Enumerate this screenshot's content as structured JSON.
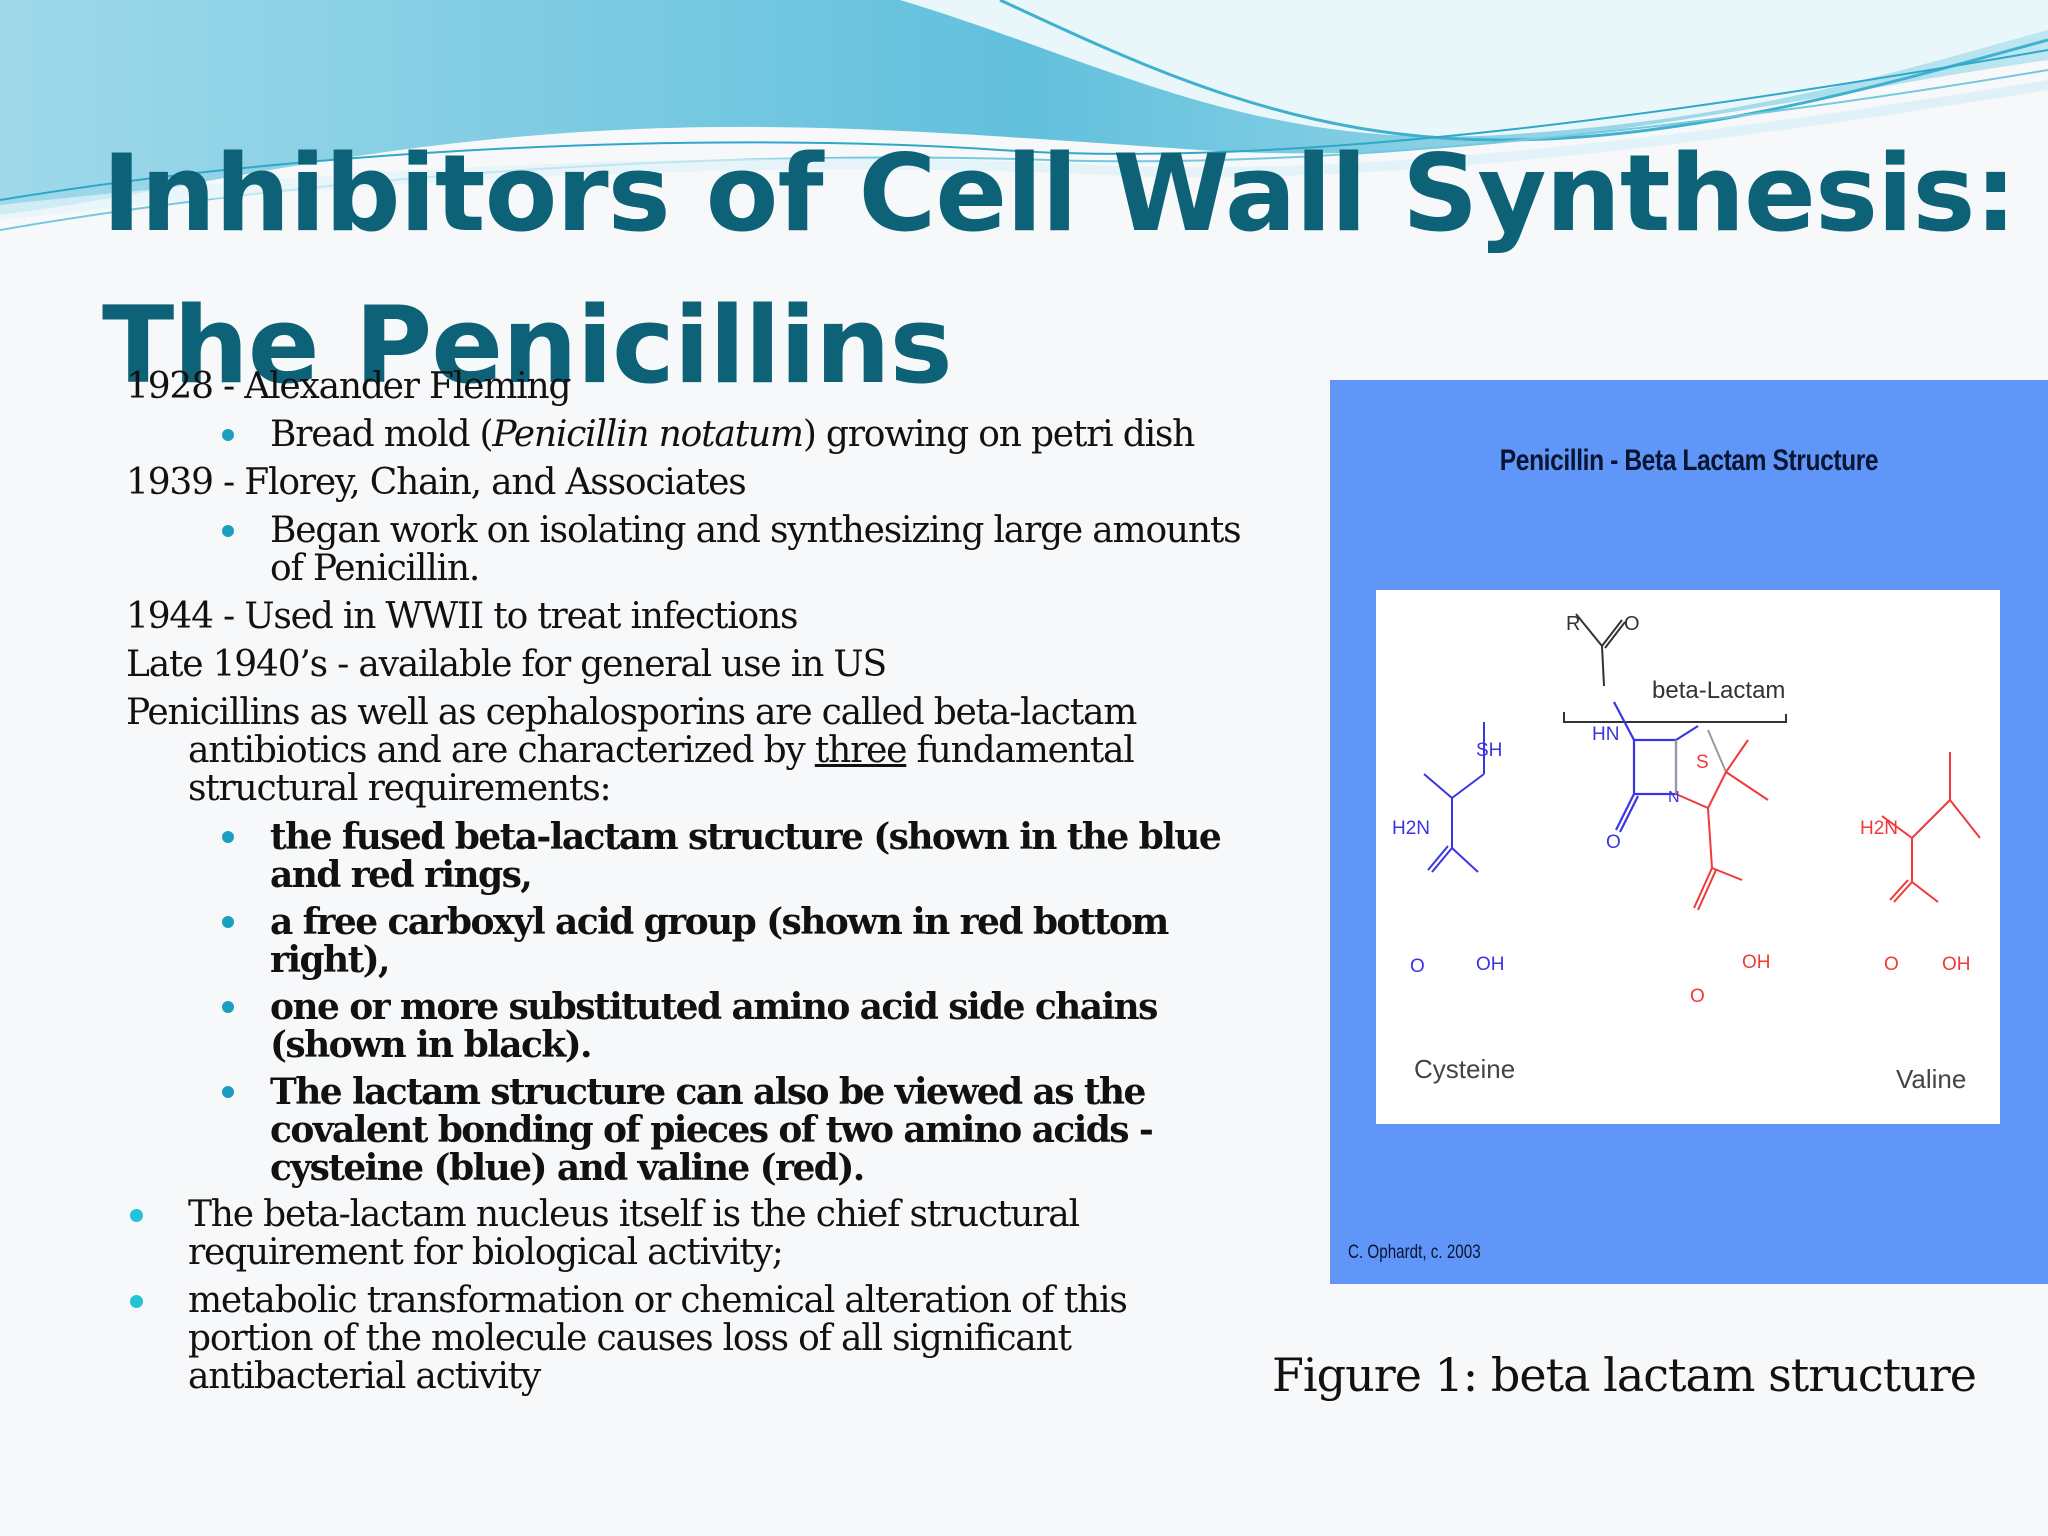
{
  "title": {
    "line1": "Inhibitors of Cell Wall Synthesis:",
    "line2": "The Penicillins"
  },
  "body": {
    "item1": "1928 - Alexander Fleming",
    "item1_sub_pre": "Bread mold (",
    "item1_sub_em": "Penicillin notatum",
    "item1_sub_post": ") growing on petri dish",
    "item2": "1939 - Florey, Chain, and Associates",
    "item2_sub": "Began work on isolating and synthesizing large amounts of Penicillin.",
    "item3": "1944 - Used in WWII to treat infections",
    "item4": "Late 1940’s - available for general use in US",
    "item5_pre": "Penicillins as well as cephalosporins are called beta-lactam antibiotics and are characterized by ",
    "item5_und": "three",
    "item5_post": " fundamental structural requirements:",
    "req1": "the fused beta-lactam structure (shown in the blue and red rings,",
    "req2": "a free carboxyl acid group (shown in red bottom right),",
    "req3": "one or more substituted amino acid side chains (shown in black).",
    "req4": "The lactam structure can also be viewed as the covalent bonding of pieces of two amino acids - cysteine (blue) and valine (red).",
    "bullet1": "The beta-lactam nucleus itself is the chief structural requirement for biological activity;",
    "bullet2": "metabolic transformation or chemical alteration of this portion of the molecule causes loss of all significant antibacterial activity"
  },
  "figure": {
    "title": "Penicillin  - Beta Lactam Structure",
    "labels": {
      "r": "R",
      "o_top": "O",
      "beta_lactam": "beta-Lactam",
      "hn": "HN",
      "s": "S",
      "n": "N",
      "o_lactam": "O",
      "oh_pen": "OH",
      "o_pen": "O",
      "sh": "SH",
      "h2n_cys": "H2N",
      "o_cys": "O",
      "oh_cys": "OH",
      "h2n_val": "H2N",
      "o_val": "O",
      "oh_val": "OH",
      "cysteine": "Cysteine",
      "valine": "Valine"
    },
    "credit": "C. Ophardt, c. 2003",
    "caption": "Figure 1: beta lactam structure"
  },
  "colors": {
    "title": "#0e6278",
    "bullet": "#1a9fc0",
    "panel": "#5f96f7",
    "cysteine": "#3a35e0",
    "valine": "#f03a3a"
  }
}
